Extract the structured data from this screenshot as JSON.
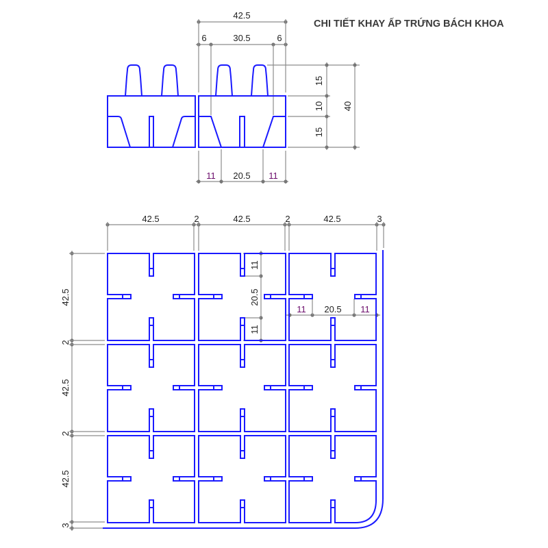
{
  "title": "CHI TIẾT KHAY ẤP TRỨNG BÁCH KHOA",
  "colors": {
    "outline": "#1a1aff",
    "dimension": "#8c8c8c",
    "text": "#222222",
    "sub_label": "#6a0a6a"
  },
  "side_view": {
    "overall_width": "42.5",
    "left_offset": "6",
    "peg_span": "30.5",
    "right_offset": "6",
    "peg_height": "15",
    "mid_band": "10",
    "lower_band": "15",
    "total_height": "40",
    "bottom_left": "11",
    "bottom_mid": "20.5",
    "bottom_right": "11"
  },
  "plan_view": {
    "top": [
      "42.5",
      "2",
      "42.5",
      "2",
      "42.5",
      "3"
    ],
    "left": [
      "42.5",
      "2",
      "42.5",
      "2",
      "42.5",
      "3"
    ],
    "cell_vertical": [
      "11",
      "20.5",
      "11"
    ],
    "cell_horizontal": [
      "11",
      "20.5",
      "11"
    ]
  }
}
